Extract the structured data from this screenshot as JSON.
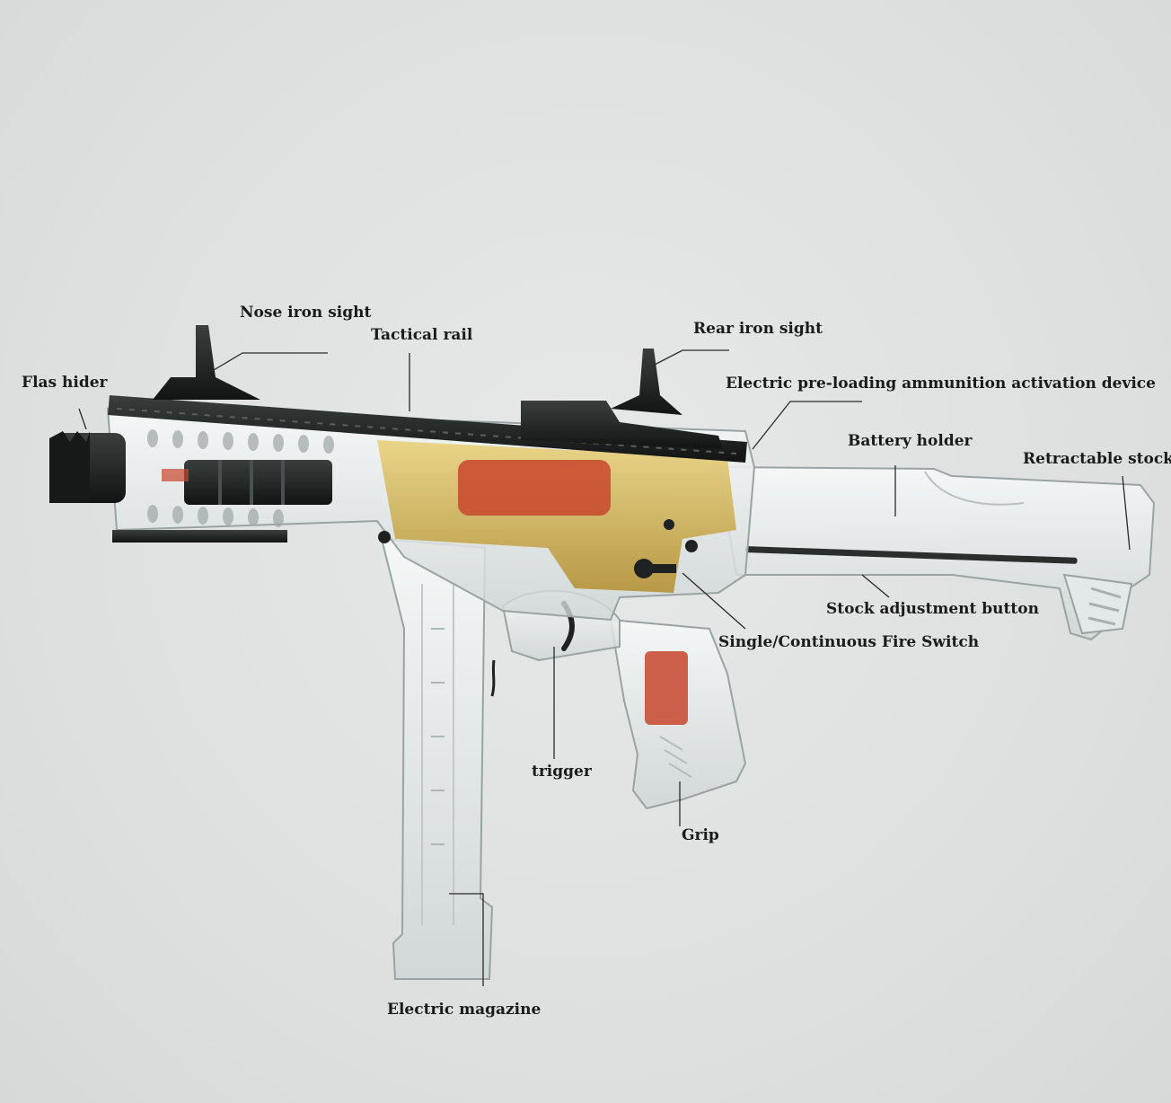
{
  "labels": {
    "nose_iron_sight": "Nose iron sight",
    "tactical_rail": "Tactical rail",
    "rear_iron_sight": "Rear iron sight",
    "flash_hider": "Flas hider",
    "activation_device": "Electric pre-loading ammunition activation device",
    "battery_holder": "Battery holder",
    "retractable_stock": "Retractable stock",
    "stock_adjustment_button": "Stock adjustment button",
    "fire_switch": "Single/Continuous Fire Switch",
    "trigger": "trigger",
    "grip": "Grip",
    "electric_magazine": "Electric magazine"
  },
  "colors": {
    "body_clear": "#eef1f1",
    "metal_black": "#1e2221",
    "gearbox_gold": "#d4b04a",
    "internal_red": "#c8462e",
    "leader_line": "#2a2a2a"
  }
}
